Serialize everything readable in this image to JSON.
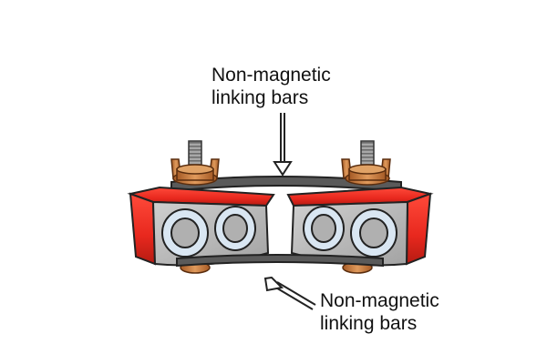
{
  "labels": {
    "top": {
      "line1": "Non-magnetic",
      "line2": "linking bars"
    },
    "bottom": {
      "line1": "Non-magnetic",
      "line2": "linking bars"
    }
  },
  "colors": {
    "red": "#e8281e",
    "dark_red": "#b51b12",
    "grey_face": "#b8b8b8",
    "ring": "#d9e6f2",
    "bar": "#555555",
    "copper": "#c8763a",
    "thread": "#9a9a9a"
  },
  "icons": {
    "magnet": "twin-magnetic-block",
    "arrow": "pointer-arrow"
  }
}
